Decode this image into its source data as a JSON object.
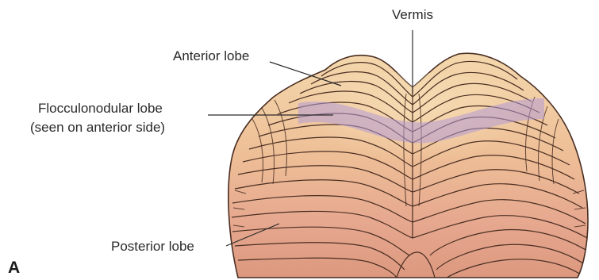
{
  "figure": {
    "labels": {
      "vermis": "Vermis",
      "anterior_lobe": "Anterior lobe",
      "flocculonodular_line1": "Flocculonodular lobe",
      "flocculonodular_line2": "(seen on anterior side)",
      "posterior_lobe": "Posterior lobe"
    },
    "panel_letter": "A",
    "colors": {
      "anterior_fill": "#f2d3a8",
      "posterior_fill": "#e6a88f",
      "posterior_deep": "#d98f79",
      "flocculonodular_band": "#b39ad6",
      "folia_lines": "#4a2e22",
      "text": "#2a2a2a"
    }
  }
}
